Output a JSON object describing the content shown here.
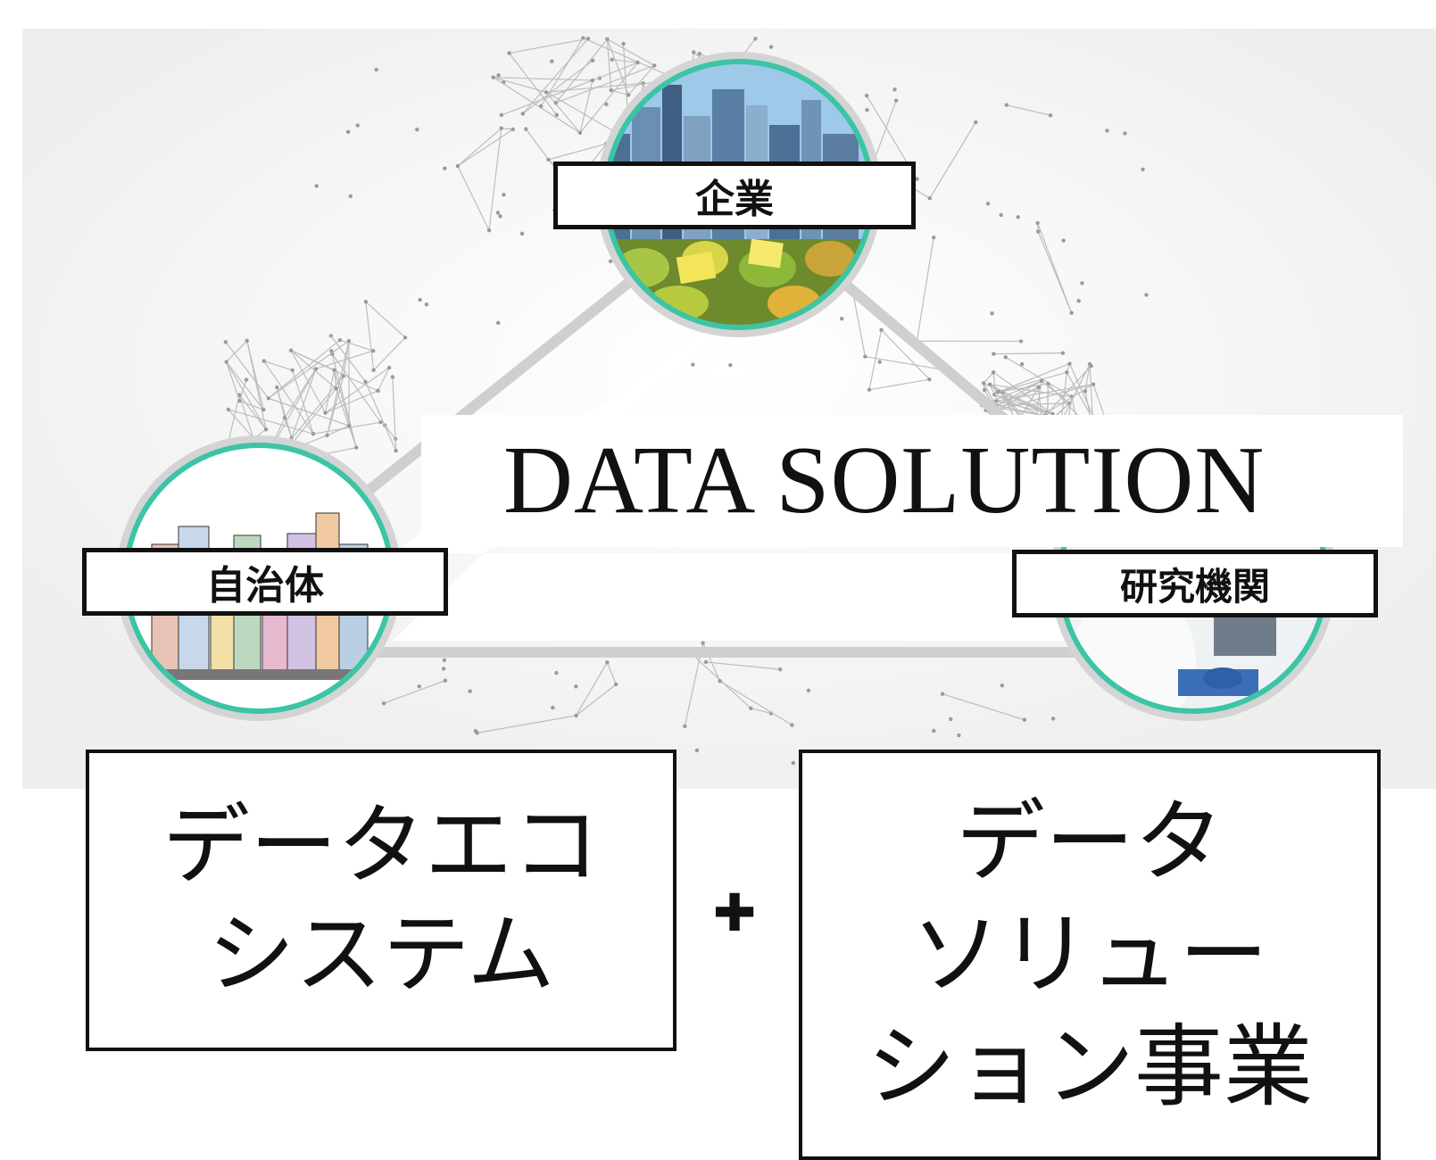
{
  "diagram": {
    "center_label": "DATA SOLUTION",
    "nodes": [
      {
        "id": "company",
        "label": "企業",
        "icon": "business-skyline-market-photo"
      },
      {
        "id": "municipality",
        "label": "自治体",
        "icon": "city-illustration-photo"
      },
      {
        "id": "research",
        "label": "研究機関",
        "icon": "laboratory-researcher-photo"
      }
    ],
    "colors": {
      "ring": "#3cc4a6",
      "edge": "#c9c9c9",
      "accent": "#2fb89a",
      "network": "#b5b5b5"
    }
  },
  "bottom": {
    "left_box": "データエコ\nシステム",
    "plus": "✚",
    "right_box": "データ\nソリュー\nション事業"
  }
}
